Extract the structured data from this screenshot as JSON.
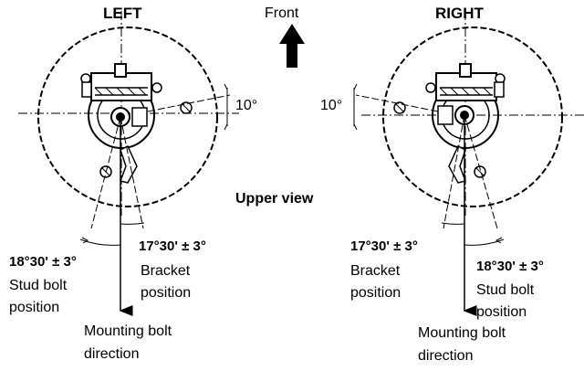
{
  "headers": {
    "left": "LEFT",
    "right": "RIGHT",
    "front": "Front",
    "upper_view": "Upper view"
  },
  "left": {
    "angle_top": "10°",
    "bracket_angle": "17°30' ± 3°",
    "bracket_line1": "Bracket",
    "bracket_line2": "position",
    "stud_angle": "18°30' ± 3°",
    "stud_line1": "Stud bolt",
    "stud_line2": "position",
    "mounting_line1": "Mounting bolt",
    "mounting_line2": "direction"
  },
  "right": {
    "angle_top": "10°",
    "bracket_angle": "17°30' ± 3°",
    "bracket_line1": "Bracket",
    "bracket_line2": "position",
    "stud_angle": "18°30' ± 3°",
    "stud_line1": "Stud bolt",
    "stud_line2": "position",
    "mounting_line1": "Mounting bolt",
    "mounting_line2": "direction"
  },
  "colors": {
    "ink": "#000000",
    "paper": "#ffffff"
  }
}
